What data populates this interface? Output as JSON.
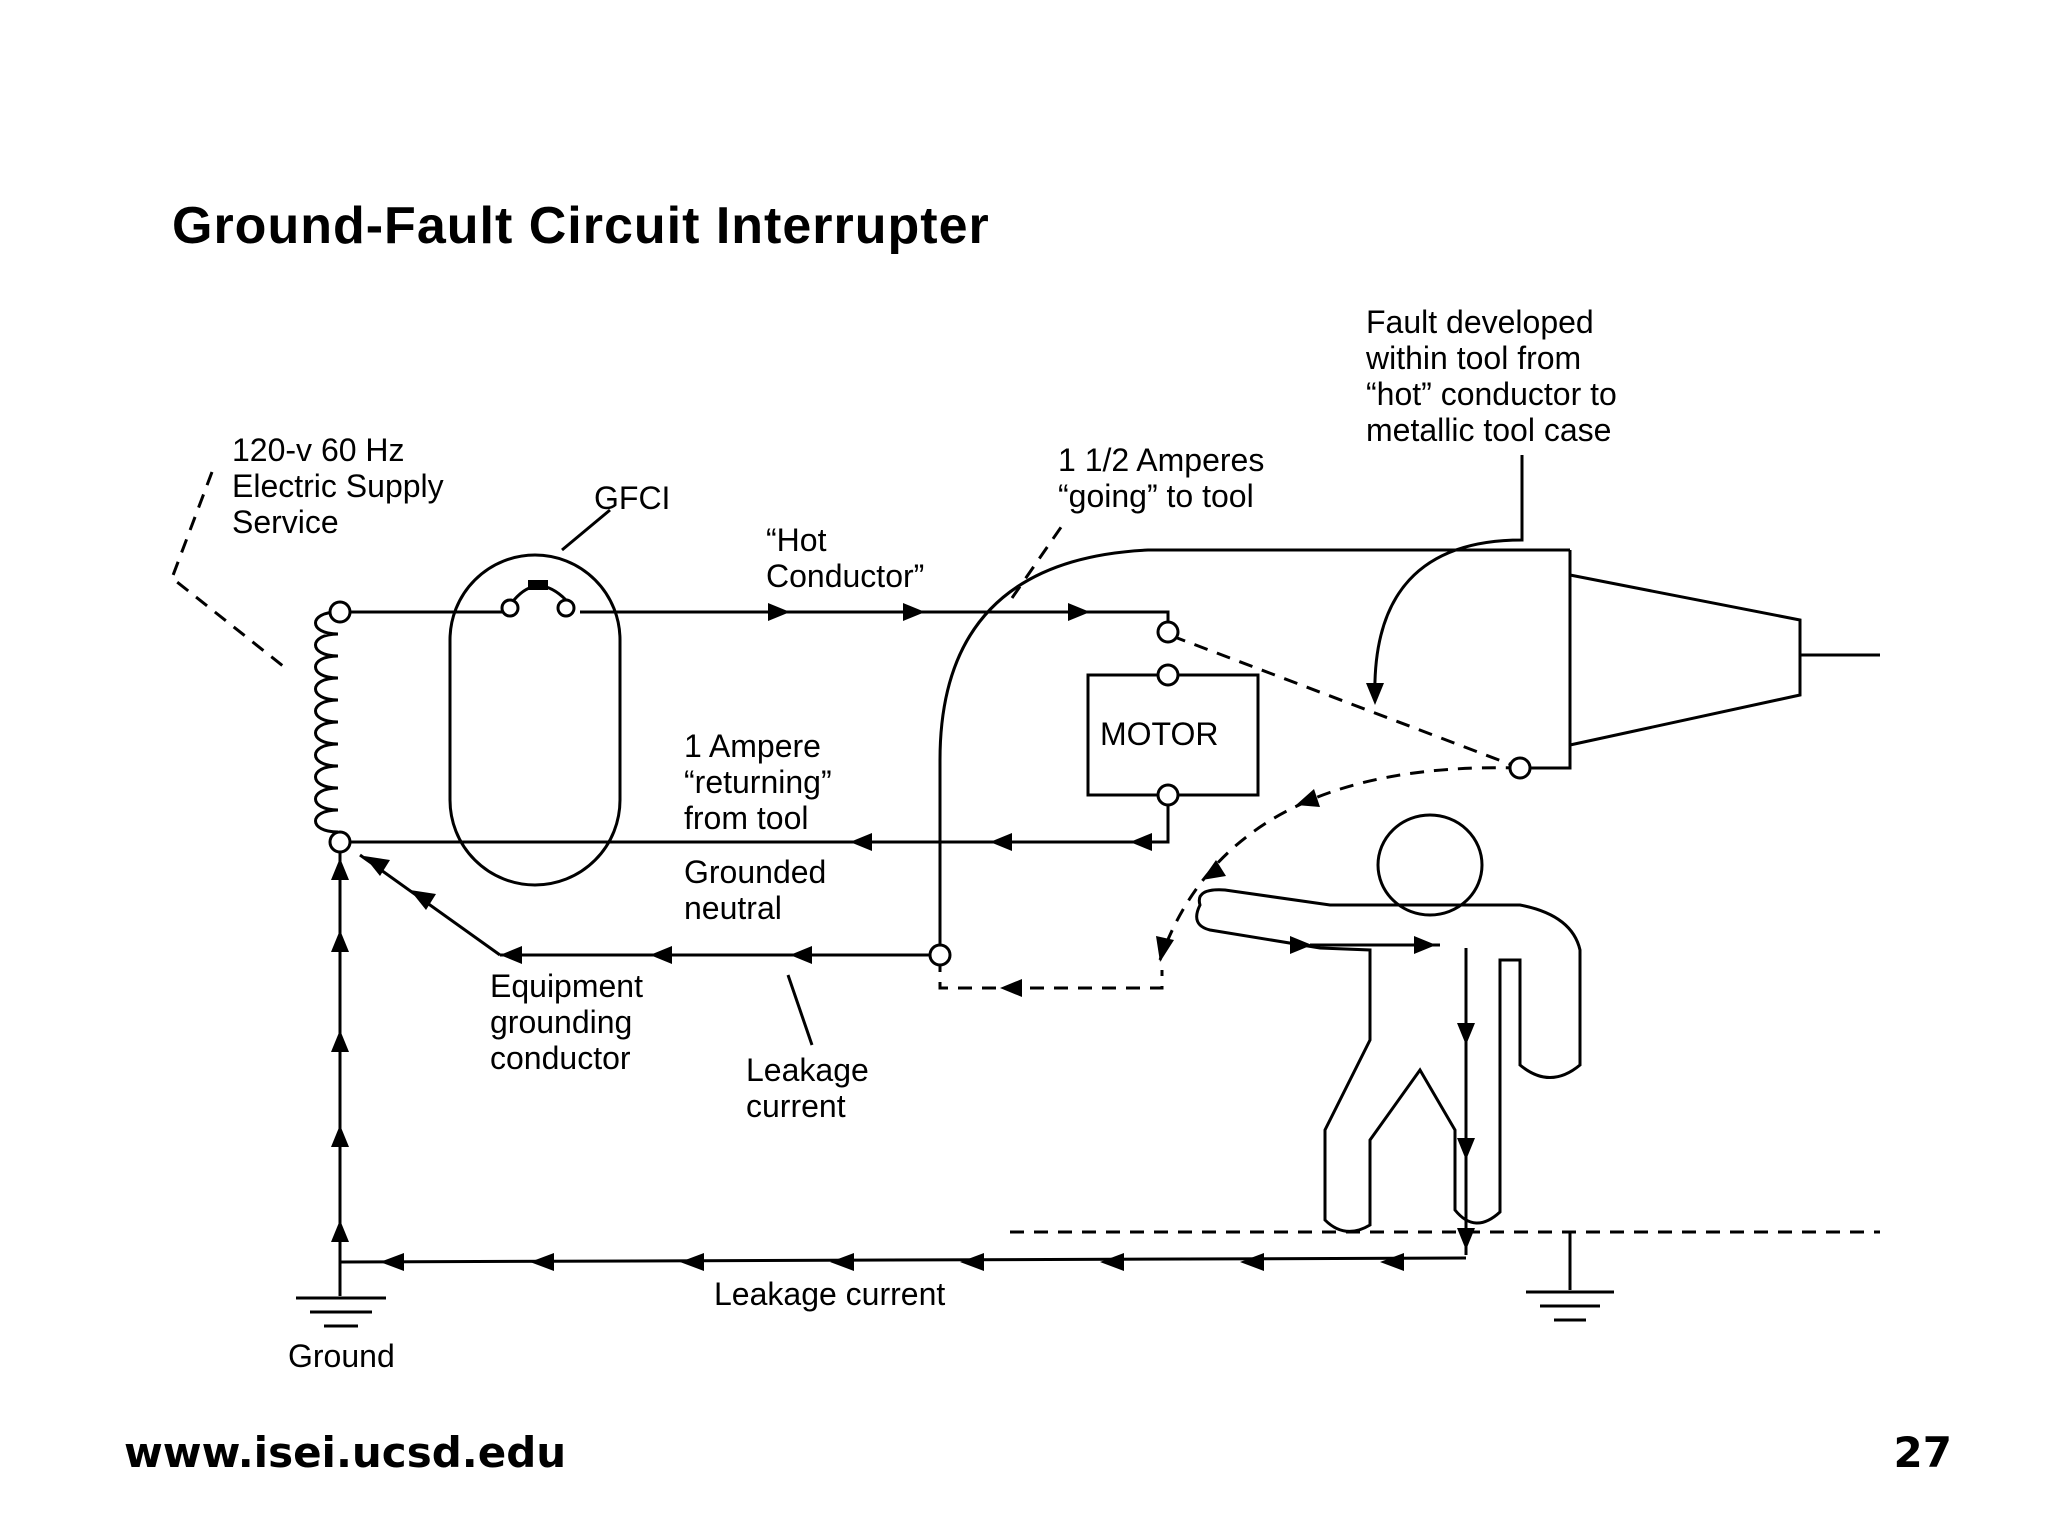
{
  "title": "Ground-Fault Circuit Interrupter",
  "labels": {
    "supply": [
      "120-v 60 Hz",
      "Electric Supply",
      "Service"
    ],
    "gfci": "GFCI",
    "hot": [
      "“Hot",
      "Conductor”"
    ],
    "going": [
      "1 1/2 Amperes",
      "“going” to tool"
    ],
    "fault": [
      "Fault developed",
      "within tool from",
      "“hot” conductor to",
      "metallic tool case"
    ],
    "motor": "MOTOR",
    "returning": [
      "1 Ampere",
      "“returning”",
      "from tool"
    ],
    "neutral": [
      "Grounded",
      "neutral"
    ],
    "egc": [
      "Equipment",
      "grounding",
      "conductor"
    ],
    "leak1": [
      "Leakage",
      "current"
    ],
    "leak2": "Leakage current",
    "ground": "Ground"
  },
  "footer": {
    "url": "www.isei.ucsd.edu",
    "page": "27"
  }
}
